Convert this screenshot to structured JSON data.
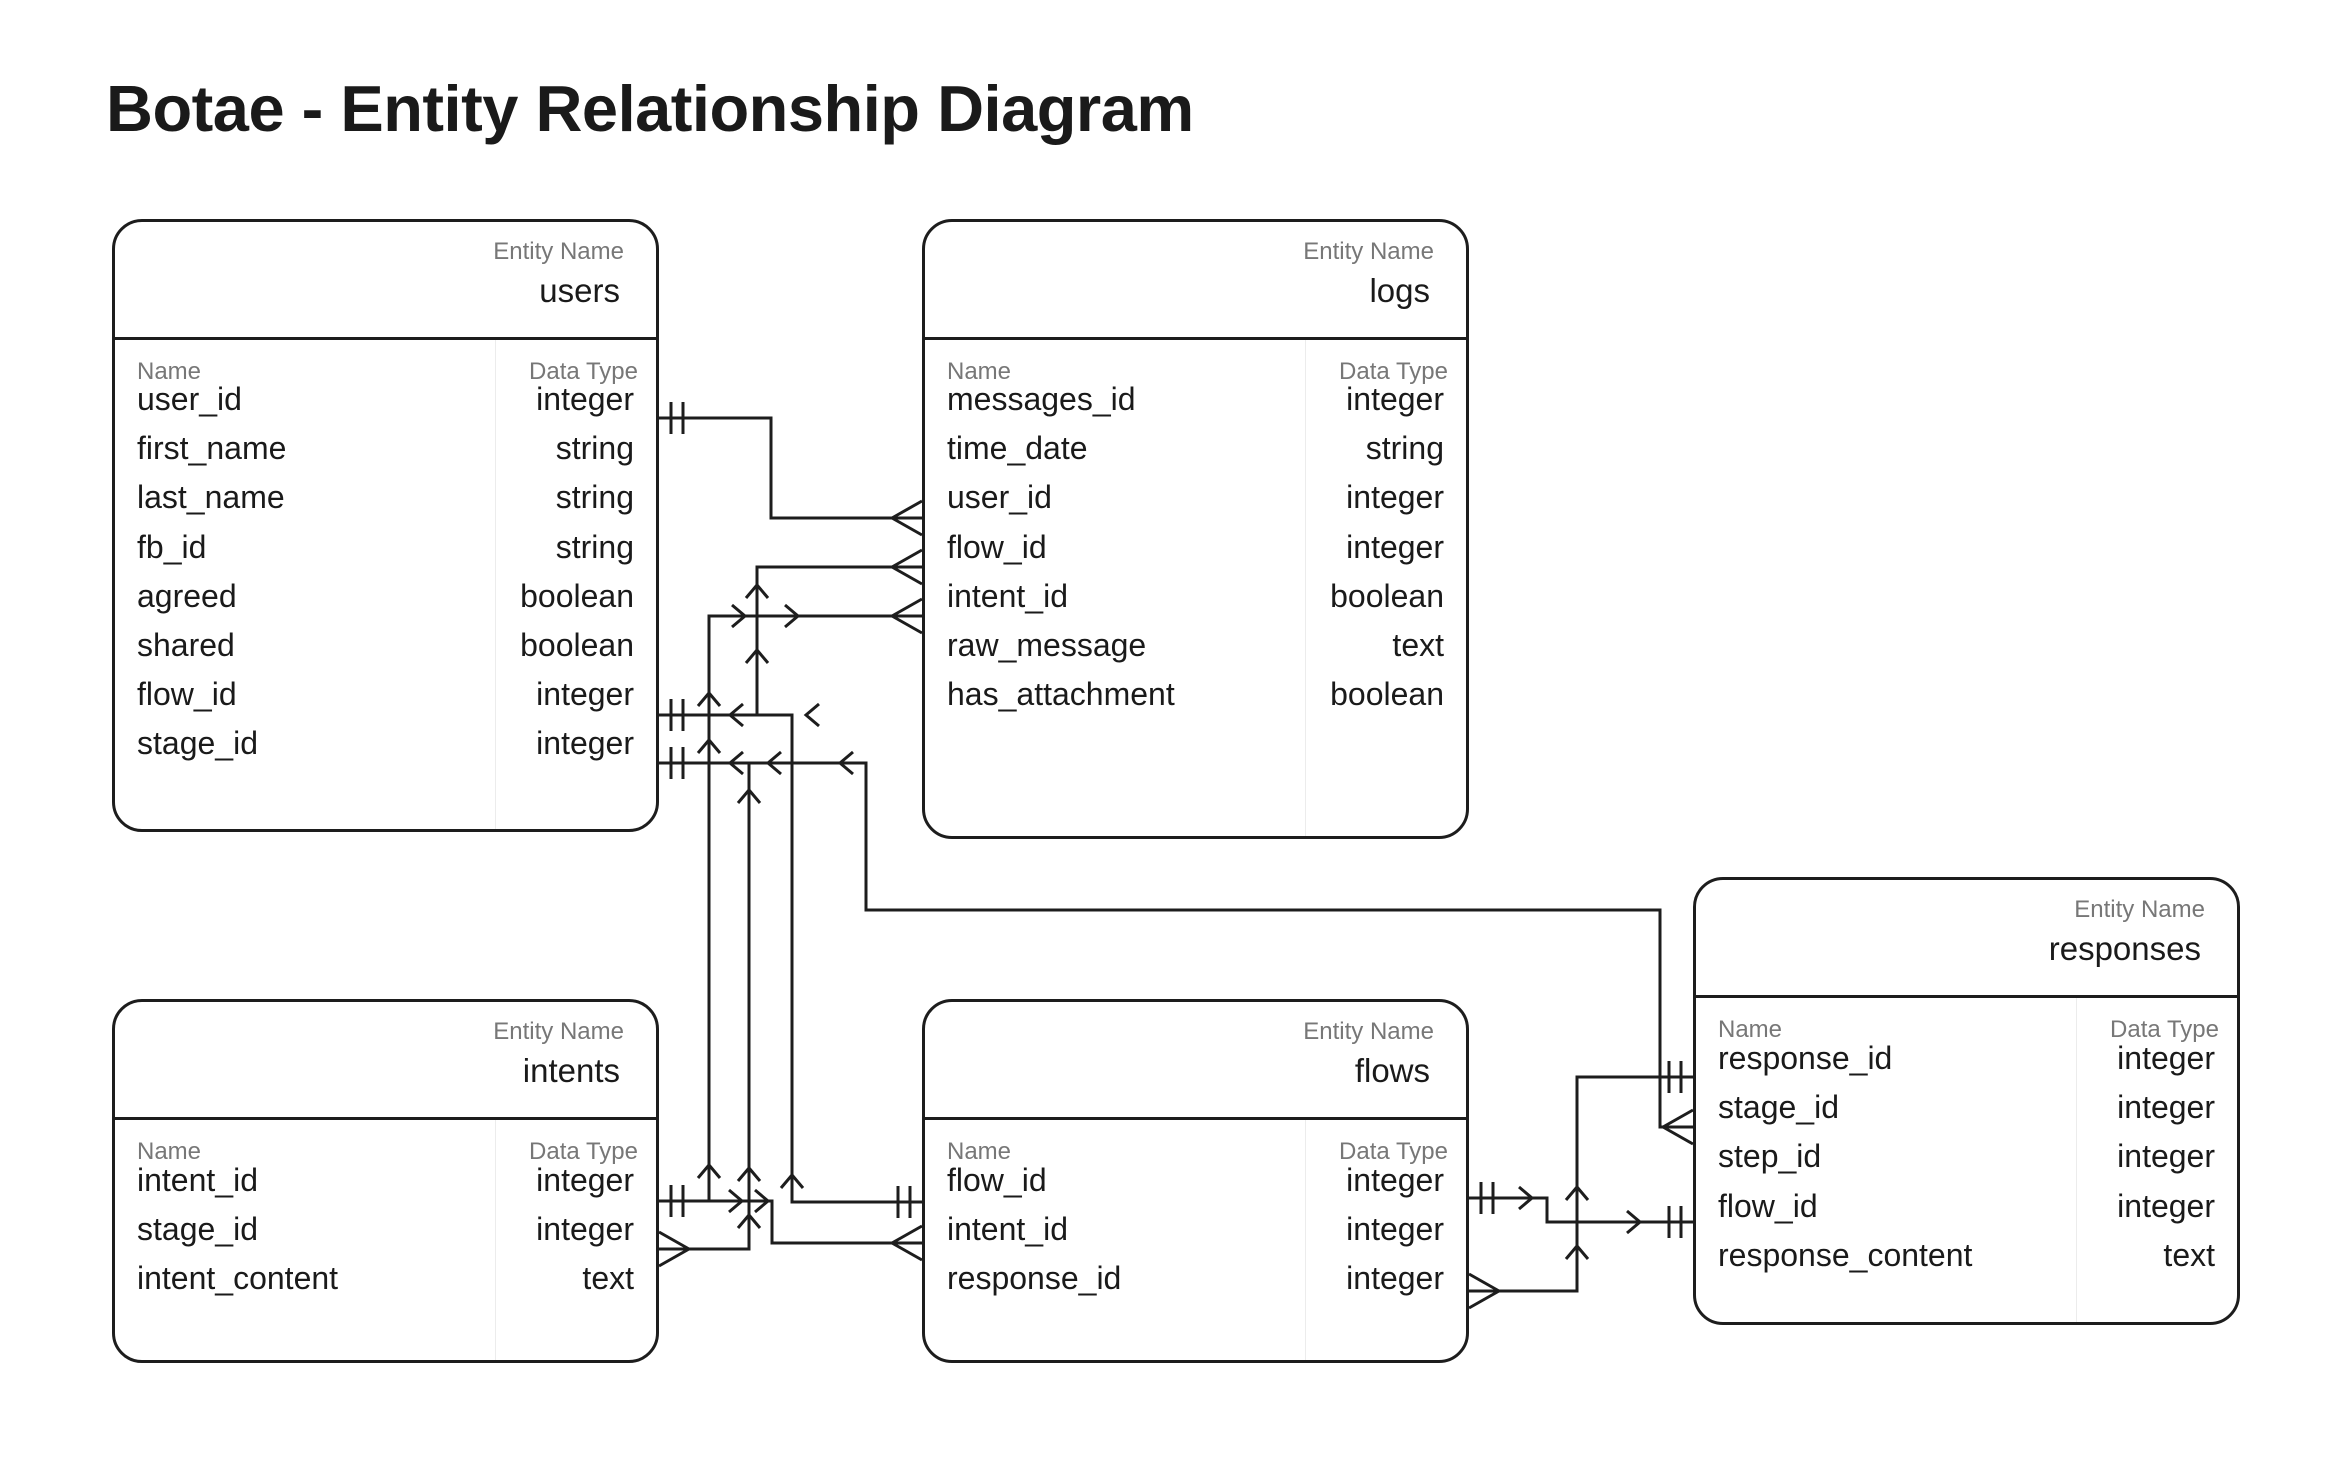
{
  "title": "Botae - Entity Relationship Diagram",
  "labels": {
    "entity_name": "Entity Name",
    "name_col": "Name",
    "type_col": "Data Type"
  },
  "entities": [
    {
      "id": "users",
      "name": "users",
      "fields": [
        {
          "name": "user_id",
          "type": "integer"
        },
        {
          "name": "first_name",
          "type": "string"
        },
        {
          "name": "last_name",
          "type": "string"
        },
        {
          "name": "fb_id",
          "type": "string"
        },
        {
          "name": "agreed",
          "type": "boolean"
        },
        {
          "name": "shared",
          "type": "boolean"
        },
        {
          "name": "flow_id",
          "type": "integer"
        },
        {
          "name": "stage_id",
          "type": "integer"
        }
      ]
    },
    {
      "id": "logs",
      "name": "logs",
      "fields": [
        {
          "name": "messages_id",
          "type": "integer"
        },
        {
          "name": "time_date",
          "type": "string"
        },
        {
          "name": "user_id",
          "type": "integer"
        },
        {
          "name": "flow_id",
          "type": "integer"
        },
        {
          "name": "intent_id",
          "type": "boolean"
        },
        {
          "name": "raw_message",
          "type": "text"
        },
        {
          "name": "has_attachment",
          "type": "boolean"
        }
      ]
    },
    {
      "id": "intents",
      "name": "intents",
      "fields": [
        {
          "name": "intent_id",
          "type": "integer"
        },
        {
          "name": "stage_id",
          "type": "integer"
        },
        {
          "name": "intent_content",
          "type": "text"
        }
      ]
    },
    {
      "id": "flows",
      "name": "flows",
      "fields": [
        {
          "name": "flow_id",
          "type": "integer"
        },
        {
          "name": "intent_id",
          "type": "integer"
        },
        {
          "name": "response_id",
          "type": "integer"
        }
      ]
    },
    {
      "id": "responses",
      "name": "responses",
      "fields": [
        {
          "name": "response_id",
          "type": "integer"
        },
        {
          "name": "stage_id",
          "type": "integer"
        },
        {
          "name": "step_id",
          "type": "integer"
        },
        {
          "name": "flow_id",
          "type": "integer"
        },
        {
          "name": "response_content",
          "type": "text"
        }
      ]
    }
  ],
  "relationships": [
    {
      "from": "users.user_id",
      "from_card": "one-and-only-one",
      "to": "logs.user_id",
      "to_card": "many"
    },
    {
      "from": "users.flow_id",
      "from_card": "one-and-only-one",
      "to": "logs.flow_id",
      "to_card": "many"
    },
    {
      "from": "intents.intent_id",
      "from_card": "one-and-only-one",
      "to": "logs.intent_id",
      "to_card": "many"
    },
    {
      "from": "intents.intent_id",
      "from_card": "one-and-only-one",
      "to": "flows.intent_id",
      "to_card": "many"
    },
    {
      "from": "intents.stage_id",
      "from_card": "many",
      "to": "users.stage_id",
      "to_card": "one-and-only-one"
    },
    {
      "from": "flows.flow_id",
      "from_card": "one-and-only-one",
      "to": "users.flow_id",
      "to_card": "one-and-only-one"
    },
    {
      "from": "flows.flow_id",
      "from_card": "one-and-only-one",
      "to": "responses.flow_id",
      "to_card": "one-and-only-one"
    },
    {
      "from": "flows.response_id",
      "from_card": "many",
      "to": "responses.response_id",
      "to_card": "one-and-only-one"
    },
    {
      "from": "responses.stage_id",
      "from_card": "many",
      "to": "users.stage_id",
      "to_card": "one-and-only-one"
    }
  ]
}
